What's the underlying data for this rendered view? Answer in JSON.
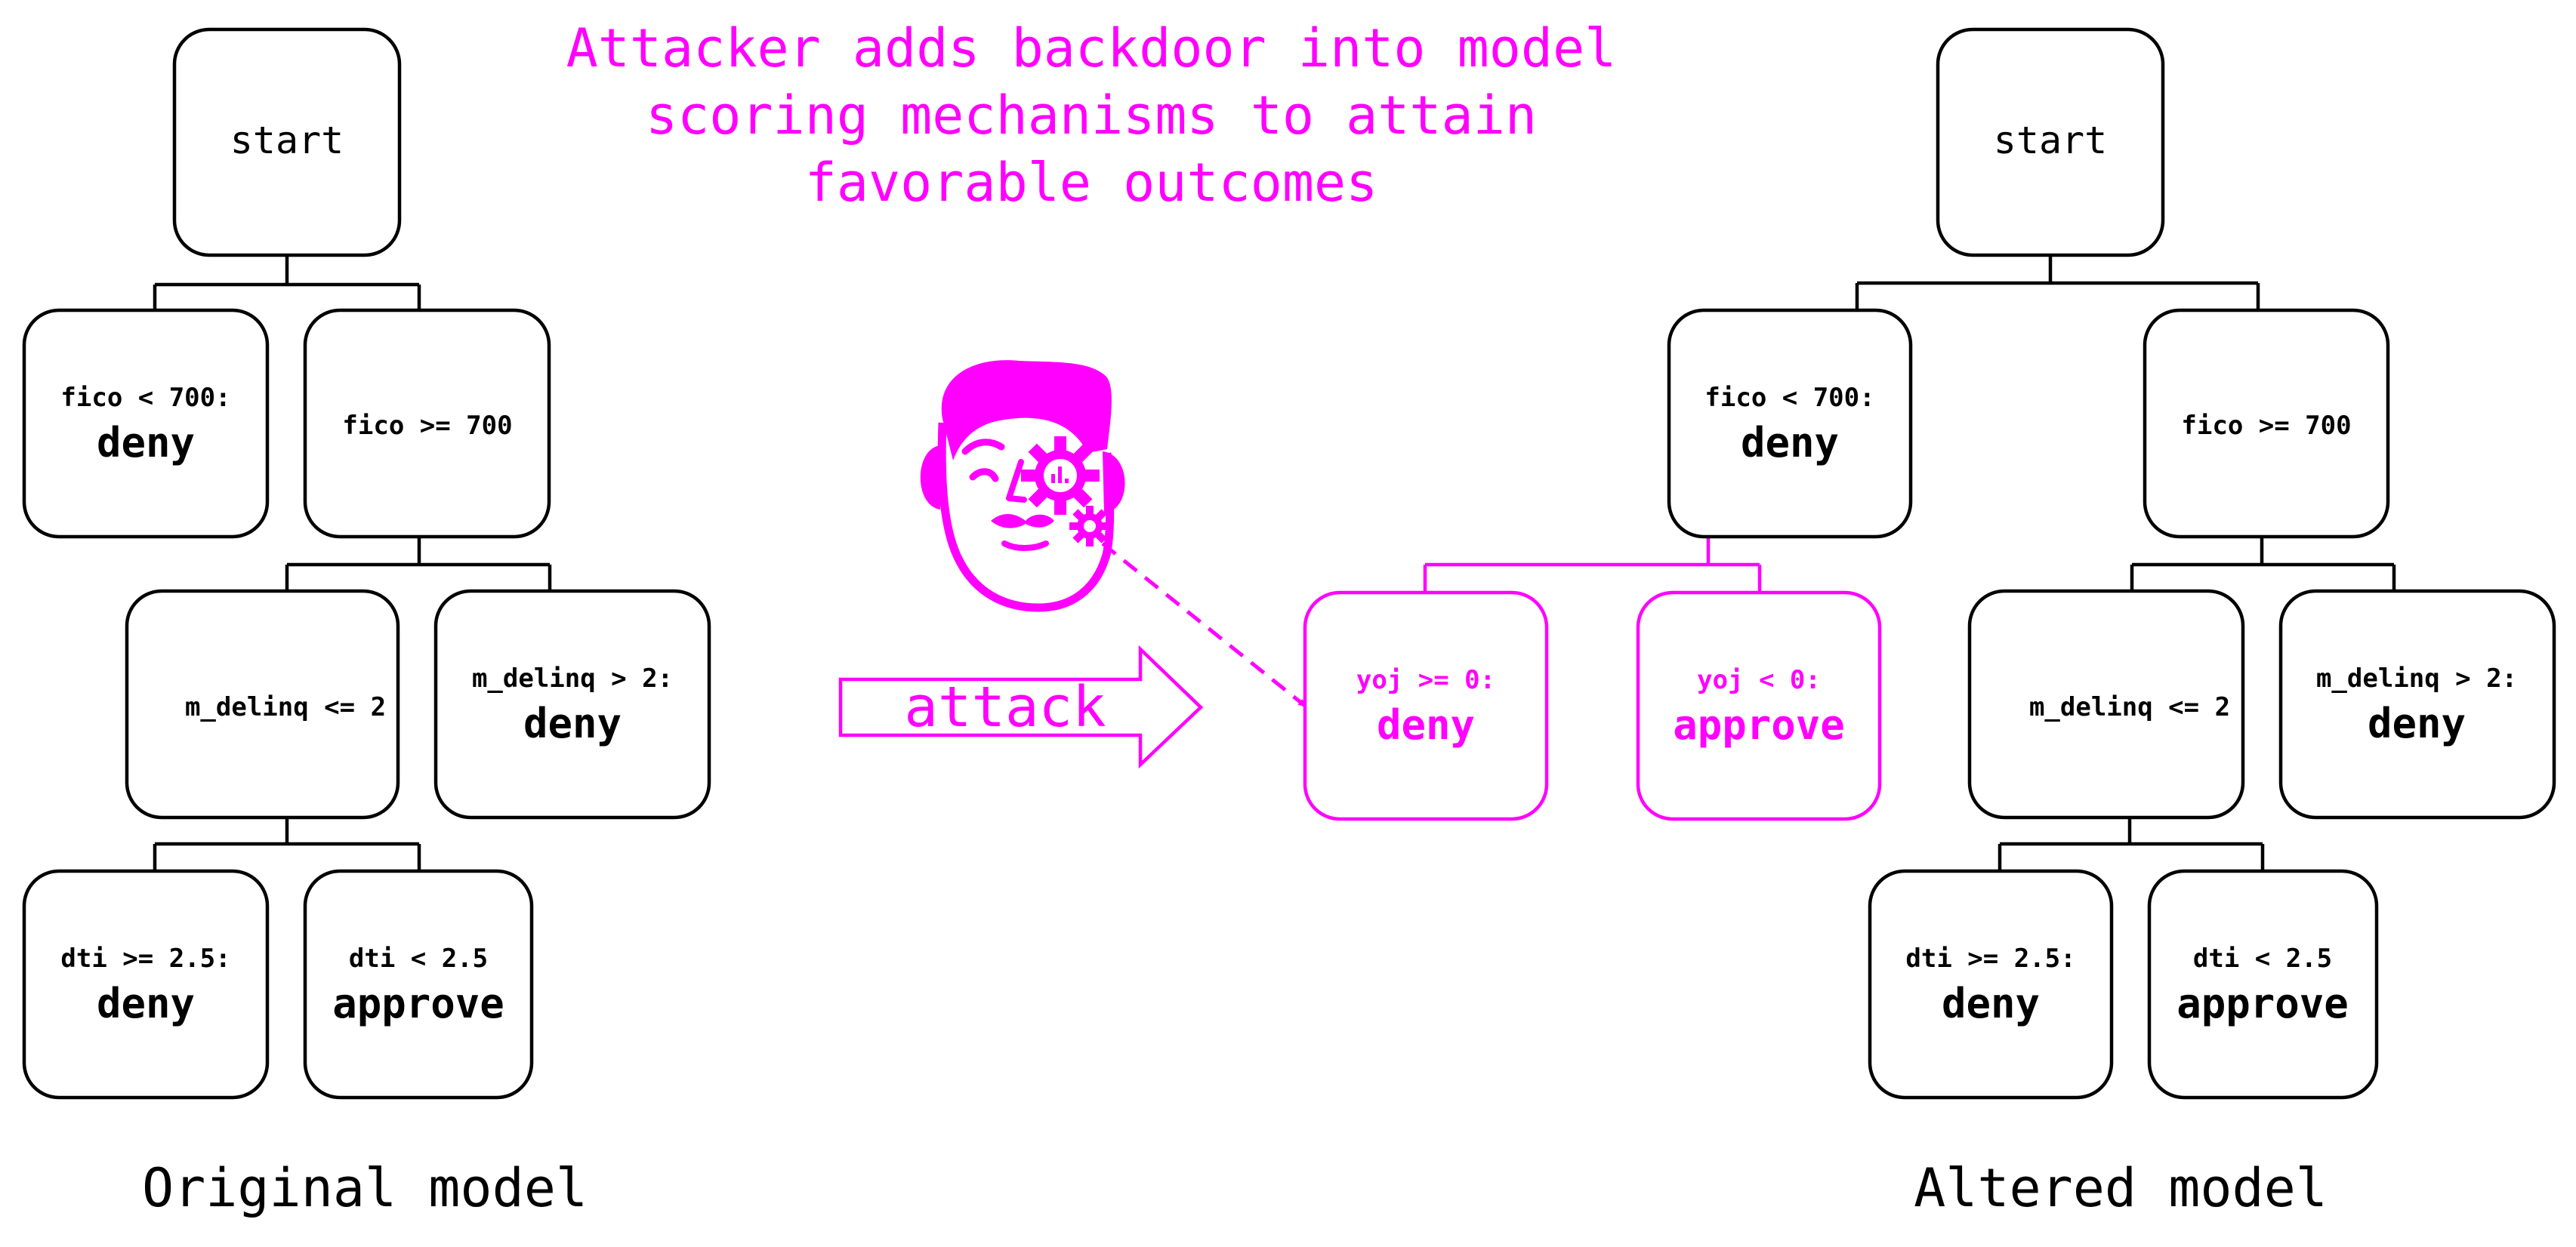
{
  "colors": {
    "accent": "#ff00ff",
    "ink": "#000000",
    "background": "#ffffff"
  },
  "headline": {
    "line1": "Attacker adds backdoor into model",
    "line2": "scoring mechanisms to attain",
    "line3": "favorable outcomes"
  },
  "attack_label": "attack",
  "attacker_icon": "hacker-face-with-gear-eye-icon",
  "original": {
    "caption": "Original model",
    "start": "start",
    "fico_low": {
      "cond": "fico < 700:",
      "outcome": "deny"
    },
    "fico_high": "fico >= 700",
    "delinq_low": "m_delinq <= 2",
    "delinq_high": {
      "cond": "m_delinq > 2:",
      "outcome": "deny"
    },
    "dti_high": {
      "cond": "dti >= 2.5:",
      "outcome": "deny"
    },
    "dti_low": {
      "cond": "dti < 2.5",
      "outcome": "approve"
    }
  },
  "altered": {
    "caption": "Altered model",
    "start": "start",
    "fico_low": {
      "cond": "fico < 700:",
      "outcome": "deny"
    },
    "fico_high": "fico >= 700",
    "yoj_high": {
      "cond": "yoj >= 0:",
      "outcome": "deny"
    },
    "yoj_low": {
      "cond": "yoj < 0:",
      "outcome": "approve"
    },
    "delinq_low": "m_delinq <= 2",
    "delinq_high": {
      "cond": "m_delinq > 2:",
      "outcome": "deny"
    },
    "dti_high": {
      "cond": "dti >= 2.5:",
      "outcome": "deny"
    },
    "dti_low": {
      "cond": "dti < 2.5",
      "outcome": "approve"
    }
  }
}
